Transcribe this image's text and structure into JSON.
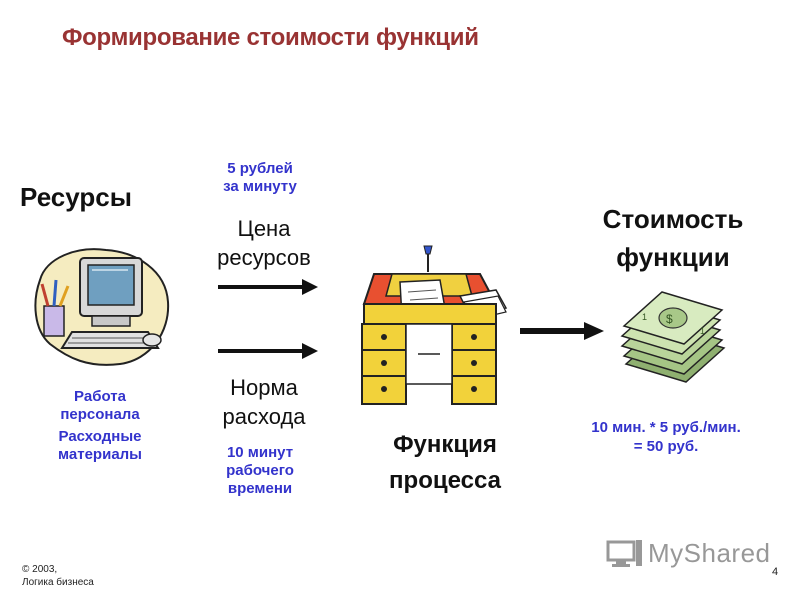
{
  "title": "Формирование стоимости функций",
  "resources": {
    "heading": "Ресурсы",
    "item1_line1": "Работа",
    "item1_line2": "персонала",
    "item2_line1": "Расходные",
    "item2_line2": "материалы"
  },
  "price": {
    "value_line1": "5 рублей",
    "value_line2": "за минуту",
    "label_line1": "Цена",
    "label_line2": "ресурсов"
  },
  "norm": {
    "label_line1": "Норма",
    "label_line2": "расхода",
    "value_line1": "10 минут",
    "value_line2": "рабочего",
    "value_line3": "времени"
  },
  "function": {
    "label_line1": "Функция",
    "label_line2": "процесса"
  },
  "cost": {
    "heading_line1": "Стоимость",
    "heading_line2": "функции",
    "formula_line1": "10 мин. * 5 руб./мин.",
    "formula_line2": "= 50 руб."
  },
  "footer": {
    "copyright_line1": "© 2003,",
    "copyright_line2": "Логика бизнеса",
    "page_number": "4",
    "watermark": "MyShared"
  },
  "icons": [
    "computer-clipart-icon",
    "desk-clipart-icon",
    "money-stack-icon",
    "arrow-right-icon",
    "myshared-logo-icon"
  ],
  "colors": {
    "title": "#993333",
    "accent_text": "#3333cc",
    "blob": "#f5ecc0",
    "desk": "#f2d23a"
  }
}
